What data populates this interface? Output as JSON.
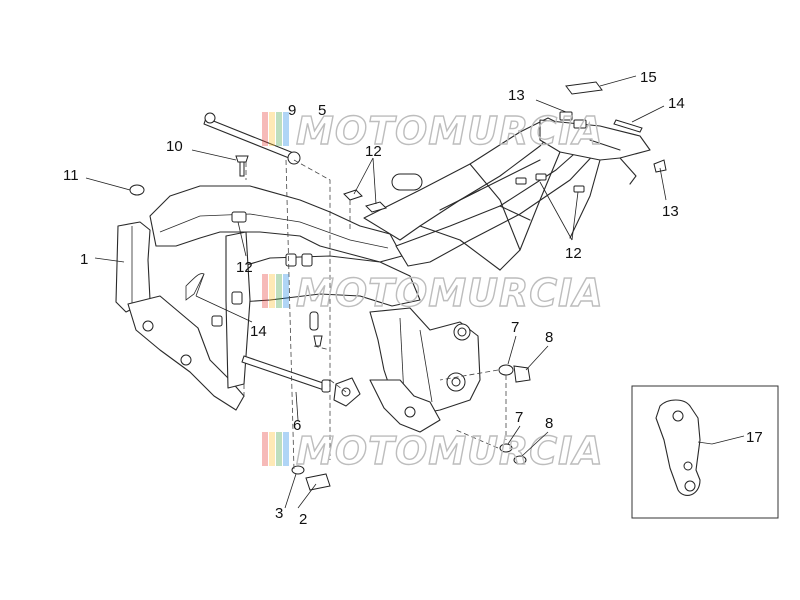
{
  "watermark": {
    "text": "MOTOMURCIA",
    "stripe_colors": [
      "#e53935",
      "#fbc02d",
      "#43a047",
      "#1e88e5"
    ]
  },
  "callouts": [
    {
      "id": "c1",
      "label": "1"
    },
    {
      "id": "c2",
      "label": "2"
    },
    {
      "id": "c3",
      "label": "3"
    },
    {
      "id": "c6",
      "label": "6"
    },
    {
      "id": "c7a",
      "label": "7"
    },
    {
      "id": "c7b",
      "label": "7"
    },
    {
      "id": "c8a",
      "label": "8"
    },
    {
      "id": "c8b",
      "label": "8"
    },
    {
      "id": "c10",
      "label": "10"
    },
    {
      "id": "c11",
      "label": "11"
    },
    {
      "id": "c12a",
      "label": "12"
    },
    {
      "id": "c12b",
      "label": "12"
    },
    {
      "id": "c12c",
      "label": "12"
    },
    {
      "id": "c13a",
      "label": "13"
    },
    {
      "id": "c13b",
      "label": "13"
    },
    {
      "id": "c14a",
      "label": "14"
    },
    {
      "id": "c14b",
      "label": "14"
    },
    {
      "id": "c15",
      "label": "15"
    },
    {
      "id": "c17",
      "label": "17"
    },
    {
      "id": "c9",
      "label": "9"
    },
    {
      "id": "c5",
      "label": "5"
    }
  ]
}
